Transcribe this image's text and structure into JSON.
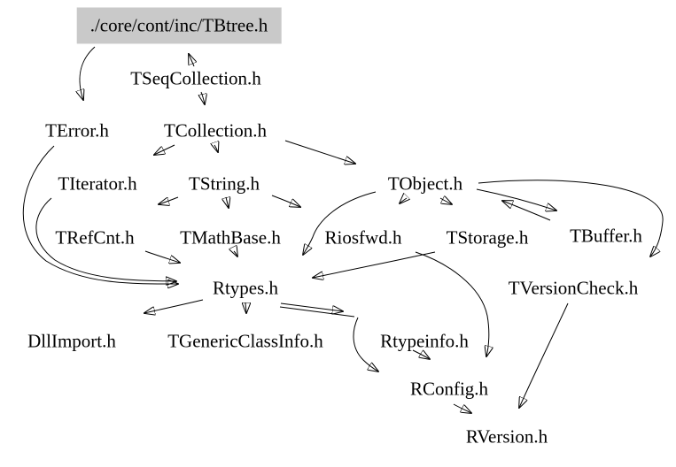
{
  "diagram": {
    "kind": "include-dependency-graph",
    "root_file": "./core/cont/inc/TBtree.h",
    "colors": {
      "background": "#ffffff",
      "edge": "#000000",
      "text": "#000000",
      "root_highlight": "#c9c9c9"
    },
    "nodes": [
      {
        "id": "tbtree",
        "label": "./core/cont/inc/TBtree.h"
      },
      {
        "id": "tseqcollection",
        "label": "TSeqCollection.h"
      },
      {
        "id": "terror",
        "label": "TError.h"
      },
      {
        "id": "tcollection",
        "label": "TCollection.h"
      },
      {
        "id": "titerator",
        "label": "TIterator.h"
      },
      {
        "id": "tstring",
        "label": "TString.h"
      },
      {
        "id": "tobject",
        "label": "TObject.h"
      },
      {
        "id": "trefcnt",
        "label": "TRefCnt.h"
      },
      {
        "id": "tmathbase",
        "label": "TMathBase.h"
      },
      {
        "id": "riosfwd",
        "label": "Riosfwd.h"
      },
      {
        "id": "tstorage",
        "label": "TStorage.h"
      },
      {
        "id": "tbuffer",
        "label": "TBuffer.h"
      },
      {
        "id": "rtypes",
        "label": "Rtypes.h"
      },
      {
        "id": "tversioncheck",
        "label": "TVersionCheck.h"
      },
      {
        "id": "dllimport",
        "label": "DllImport.h"
      },
      {
        "id": "tgenericclassinfo",
        "label": "TGenericClassInfo.h"
      },
      {
        "id": "rtypeinfo",
        "label": "Rtypeinfo.h"
      },
      {
        "id": "rconfig",
        "label": "RConfig.h"
      },
      {
        "id": "rversion",
        "label": "RVersion.h"
      }
    ],
    "edges": [
      {
        "from": "tseqcollection",
        "to": "tbtree"
      },
      {
        "from": "tbtree",
        "to": "terror"
      },
      {
        "from": "tseqcollection",
        "to": "tcollection"
      },
      {
        "from": "tcollection",
        "to": "titerator"
      },
      {
        "from": "tcollection",
        "to": "tstring"
      },
      {
        "from": "tcollection",
        "to": "tobject"
      },
      {
        "from": "terror",
        "to": "rtypes"
      },
      {
        "from": "titerator",
        "to": "rtypes"
      },
      {
        "from": "tstring",
        "to": "trefcnt"
      },
      {
        "from": "tstring",
        "to": "tmathbase"
      },
      {
        "from": "tstring",
        "to": "riosfwd"
      },
      {
        "from": "trefcnt",
        "to": "rtypes"
      },
      {
        "from": "tmathbase",
        "to": "rtypes"
      },
      {
        "from": "tobject",
        "to": "rtypes"
      },
      {
        "from": "tobject",
        "to": "riosfwd"
      },
      {
        "from": "tobject",
        "to": "tstorage"
      },
      {
        "from": "tobject",
        "to": "tbuffer"
      },
      {
        "from": "tbuffer",
        "to": "tobject"
      },
      {
        "from": "tobject",
        "to": "tversioncheck"
      },
      {
        "from": "tstorage",
        "to": "rtypes"
      },
      {
        "from": "riosfwd",
        "to": "rconfig"
      },
      {
        "from": "rtypes",
        "to": "dllimport"
      },
      {
        "from": "rtypes",
        "to": "tgenericclassinfo"
      },
      {
        "from": "rtypes",
        "to": "rtypeinfo"
      },
      {
        "from": "rtypes",
        "to": "rconfig"
      },
      {
        "from": "rtypeinfo",
        "to": "rconfig"
      },
      {
        "from": "rconfig",
        "to": "rversion"
      },
      {
        "from": "tversioncheck",
        "to": "rversion"
      }
    ]
  }
}
